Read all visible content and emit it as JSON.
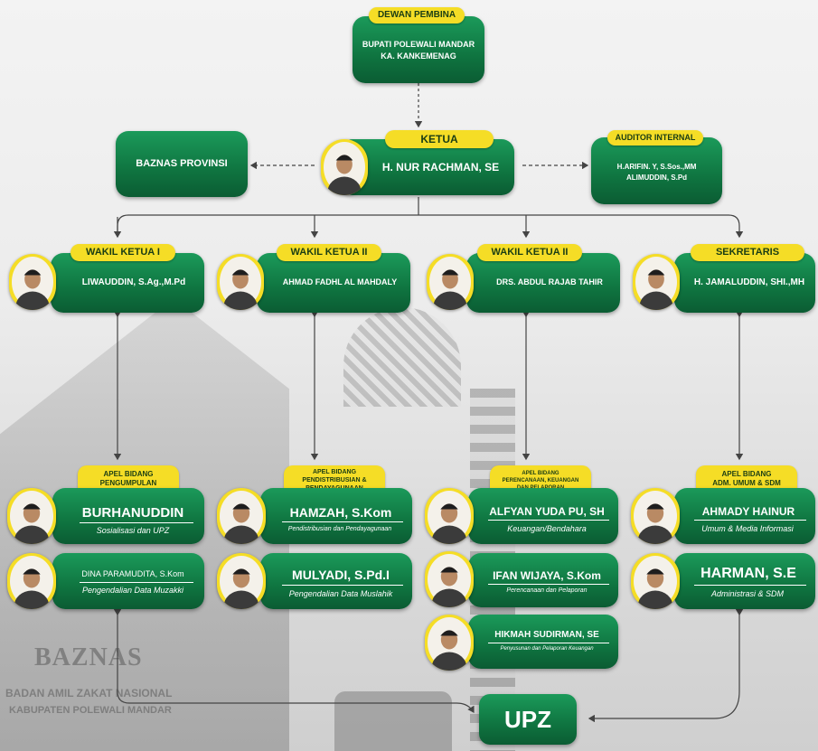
{
  "dewan": {
    "title": "DEWAN PEMBINA",
    "line1": "BUPATI POLEWALI MANDAR",
    "line2": "KA. KANKEMENAG"
  },
  "provinsi": {
    "label": "BAZNAS PROVINSI"
  },
  "ketua": {
    "title": "KETUA",
    "name": "H. NUR RACHMAN, SE"
  },
  "auditor": {
    "title": "AUDITOR INTERNAL",
    "line1": "H.ARIFIN. Y, S.Sos.,MM",
    "line2": "ALIMUDDIN, S.Pd"
  },
  "wakil": [
    {
      "title": "WAKIL KETUA I",
      "name": "LIWAUDDIN, S.Ag.,M.Pd"
    },
    {
      "title": "WAKIL KETUA II",
      "name": "AHMAD FADHL AL MAHDALY"
    },
    {
      "title": "WAKIL KETUA II",
      "name": "DRS. ABDUL RAJAB TAHIR"
    },
    {
      "title": "SEKRETARIS",
      "name": "H. JAMALUDDIN, SHI.,MH"
    }
  ],
  "bidang": [
    {
      "title_l1": "APEL BIDANG",
      "title_l2": "PENGUMPULAN"
    },
    {
      "title_l1": "APEL BIDANG",
      "title_l2": "PENDISTRIBUSIAN &",
      "title_l3": "PENDAYAGUNAAN"
    },
    {
      "title_l1": "APEL BIDANG",
      "title_l2": "PERENCANAAN, KEUANGAN",
      "title_l3": "DAN PELAPORAN"
    },
    {
      "title_l1": "APEL BIDANG",
      "title_l2": "ADM. UMUM & SDM"
    }
  ],
  "staff": {
    "burhanuddin": {
      "name": "BURHANUDDIN",
      "role": "Sosialisasi dan UPZ"
    },
    "dina": {
      "name": "DINA PARAMUDITA, S.Kom",
      "role": "Pengendalian Data Muzakki"
    },
    "hamzah": {
      "name": "HAMZAH, S.Kom",
      "role": "Pendistribusian dan Pendayagunaan"
    },
    "mulyadi": {
      "name": "MULYADI, S.Pd.I",
      "role": "Pengendalian Data Muslahik"
    },
    "alfyan": {
      "name": "ALFYAN YUDA PU, SH",
      "role": "Keuangan/Bendahara"
    },
    "ifan": {
      "name": "IFAN WIJAYA, S.Kom",
      "role": "Perencanaan dan Pelaporan"
    },
    "hikmah": {
      "name": "HIKMAH SUDIRMAN, SE",
      "role": "Penyusunan dan Pelaporan Keuangan"
    },
    "ahmady": {
      "name": "AHMADY HAINUR",
      "role": "Umum & Media Informasi"
    },
    "harman": {
      "name": "HARMAN, S.E",
      "role": "Administrasi & SDM"
    }
  },
  "upz": {
    "label": "UPZ"
  },
  "watermark": {
    "brand": "BAZNAS",
    "line1": "BADAN AMIL ZAKAT NASIONAL",
    "line2": "KABUPATEN POLEWALI MANDAR"
  },
  "colors": {
    "green": "#0f7440",
    "yellow": "#f5dd26"
  }
}
